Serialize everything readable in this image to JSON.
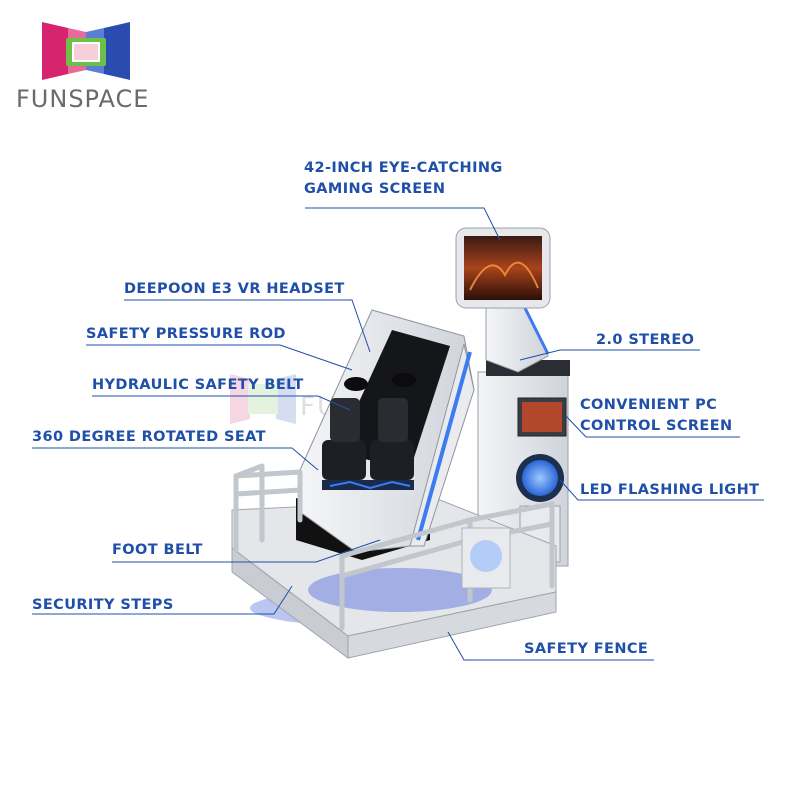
{
  "brand": {
    "name": "FUNSPACE",
    "colors": {
      "magenta": "#d6246e",
      "blue": "#2a4bb0",
      "green": "#6cc04a",
      "text_gray": "#6a6a6a"
    }
  },
  "watermark": "FUNSPACE",
  "accent_color": "#1f4fa8",
  "callouts": {
    "screen": [
      "42-INCH EYE-CATCHING",
      "GAMING SCREEN"
    ],
    "headset": "DEEPOON E3 VR HEADSET",
    "pressure_rod": "SAFETY PRESSURE ROD",
    "stereo": "2.0 STEREO",
    "belt": "HYDRAULIC SAFETY BELT",
    "pc_screen": [
      "CONVENIENT PC",
      "CONTROL SCREEN"
    ],
    "seat": "360 DEGREE ROTATED SEAT",
    "led": "LED FLASHING LIGHT",
    "foot_belt": "FOOT BELT",
    "steps": "SECURITY STEPS",
    "fence": "SAFETY FENCE"
  }
}
